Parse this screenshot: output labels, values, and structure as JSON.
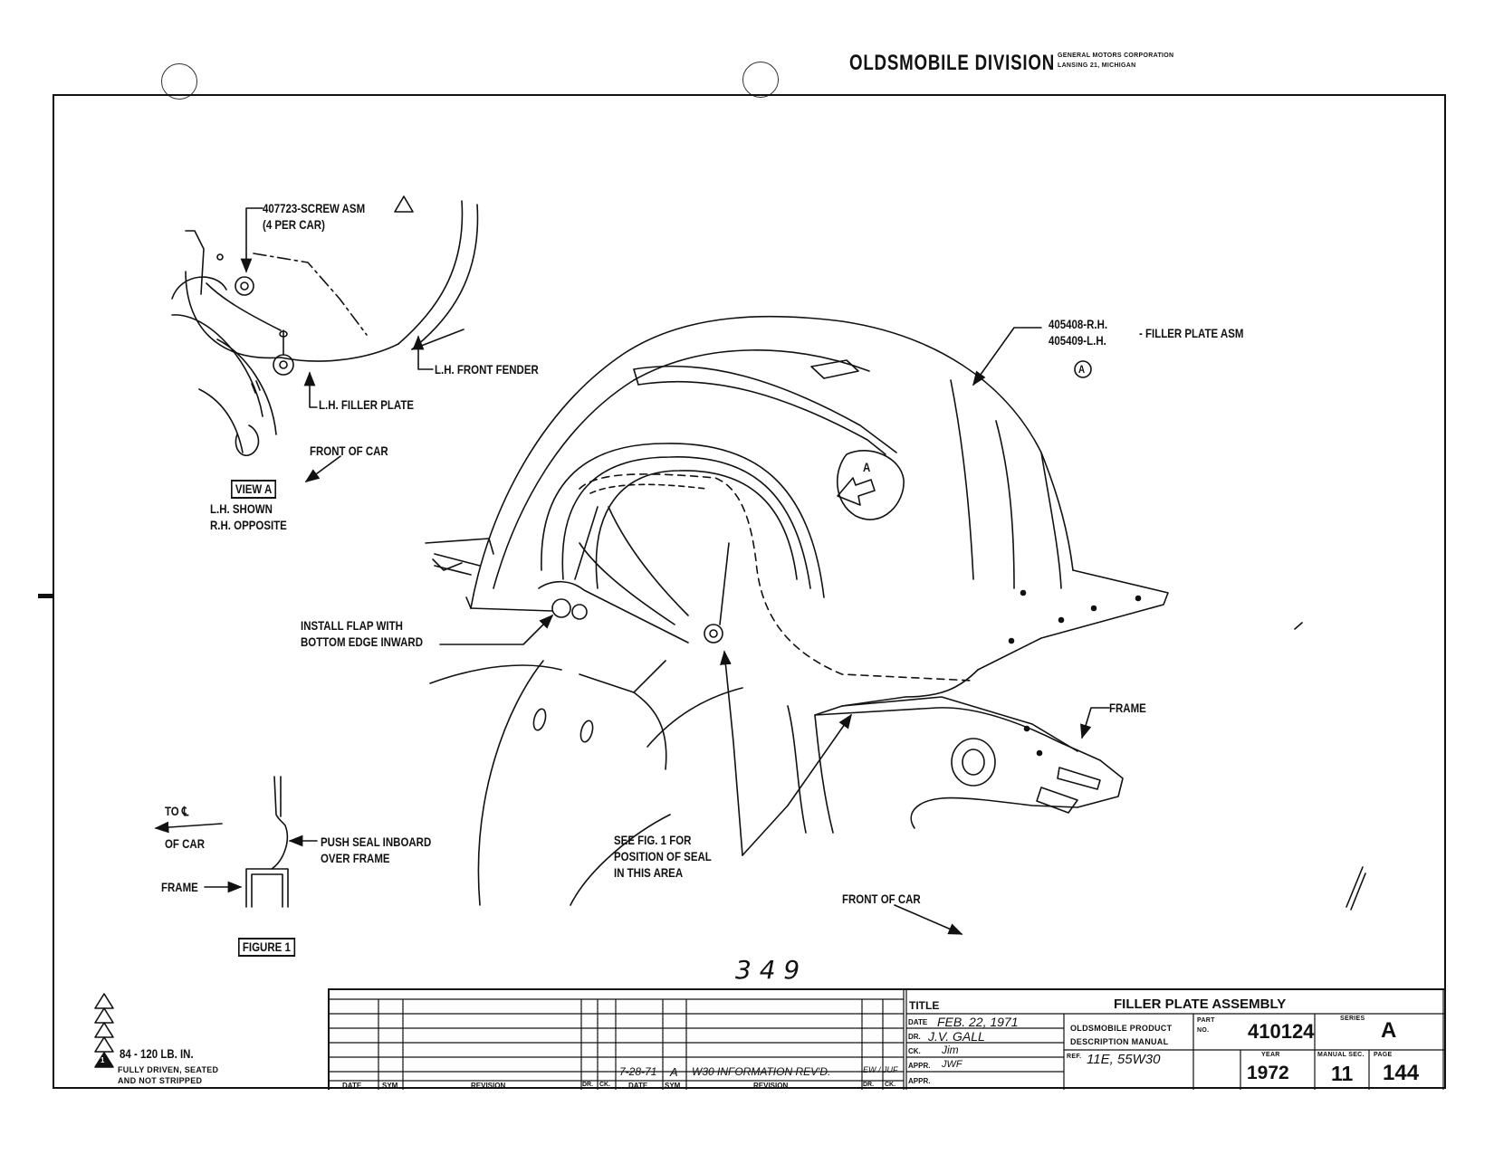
{
  "header": {
    "division": "OLDSMOBILE DIVISION",
    "corp_line1": "GENERAL MOTORS CORPORATION",
    "corp_line2": "LANSING 21, MICHIGAN"
  },
  "view_a": {
    "screw_label_1": "407723-SCREW ASM",
    "screw_label_2": "(4 PER CAR)",
    "front_fender": "L.H. FRONT FENDER",
    "filler_plate": "L.H. FILLER PLATE",
    "front_of_car": "FRONT OF CAR",
    "view_title": "VIEW A",
    "shown_1": "L.H. SHOWN",
    "shown_2": "R.H. OPPOSITE"
  },
  "main": {
    "part_rh": "405408-R.H.",
    "part_lh": "405409-L.H.",
    "part_name": "- FILLER PLATE ASM",
    "part_callout": "A",
    "flap_1": "INSTALL FLAP WITH",
    "flap_2": "BOTTOM EDGE INWARD",
    "frame": "FRAME",
    "see_fig_1": "SEE FIG. 1 FOR",
    "see_fig_2": "POSITION OF SEAL",
    "see_fig_3": "IN THIS AREA",
    "front_of_car": "FRONT OF CAR",
    "view_marker": "A"
  },
  "figure1": {
    "to_cl": "TO ℄",
    "of_car": "OF CAR",
    "push_1": "PUSH SEAL INBOARD",
    "push_2": "OVER FRAME",
    "frame": "FRAME",
    "title": "FIGURE 1"
  },
  "page_number_handwritten": "3 4 9",
  "notes": {
    "torque": "84 - 120 LB. IN.",
    "driven_1": "FULLY DRIVEN, SEATED",
    "driven_2": "AND NOT STRIPPED",
    "marker_1": "1"
  },
  "revision_block": {
    "col_date": "DATE",
    "col_sym": "SYM",
    "col_revision": "REVISION",
    "col_dr": "DR.",
    "col_ck": "CK.",
    "entry_date": "7-28-71",
    "entry_sym": "A",
    "entry_revision": "W30 INFORMATION REV'D.",
    "entry_initials": "EW / JUF"
  },
  "title_block": {
    "title_label": "TITLE",
    "title_value": "FILLER PLATE ASSEMBLY",
    "date_label": "DATE",
    "date_value": "FEB. 22, 1971",
    "dr_label": "DR.",
    "dr_value": "J.V. GALL",
    "ck_label": "CK.",
    "ck_value": "Jim",
    "appr_label": "APPR.",
    "appr_value": "JWF",
    "appr2_label": "APPR.",
    "manual_1": "OLDSMOBILE PRODUCT",
    "manual_2": "DESCRIPTION MANUAL",
    "part_no_label_1": "PART",
    "part_no_label_2": "NO.",
    "part_no": "410124",
    "series_label": "SERIES",
    "series": "A",
    "ref_label": "REF.",
    "ref_value": "11E, 55W30",
    "year_label": "YEAR",
    "year": "1972",
    "manual_sec_label": "MANUAL SEC.",
    "manual_sec": "11",
    "page_label": "PAGE",
    "page": "144"
  }
}
